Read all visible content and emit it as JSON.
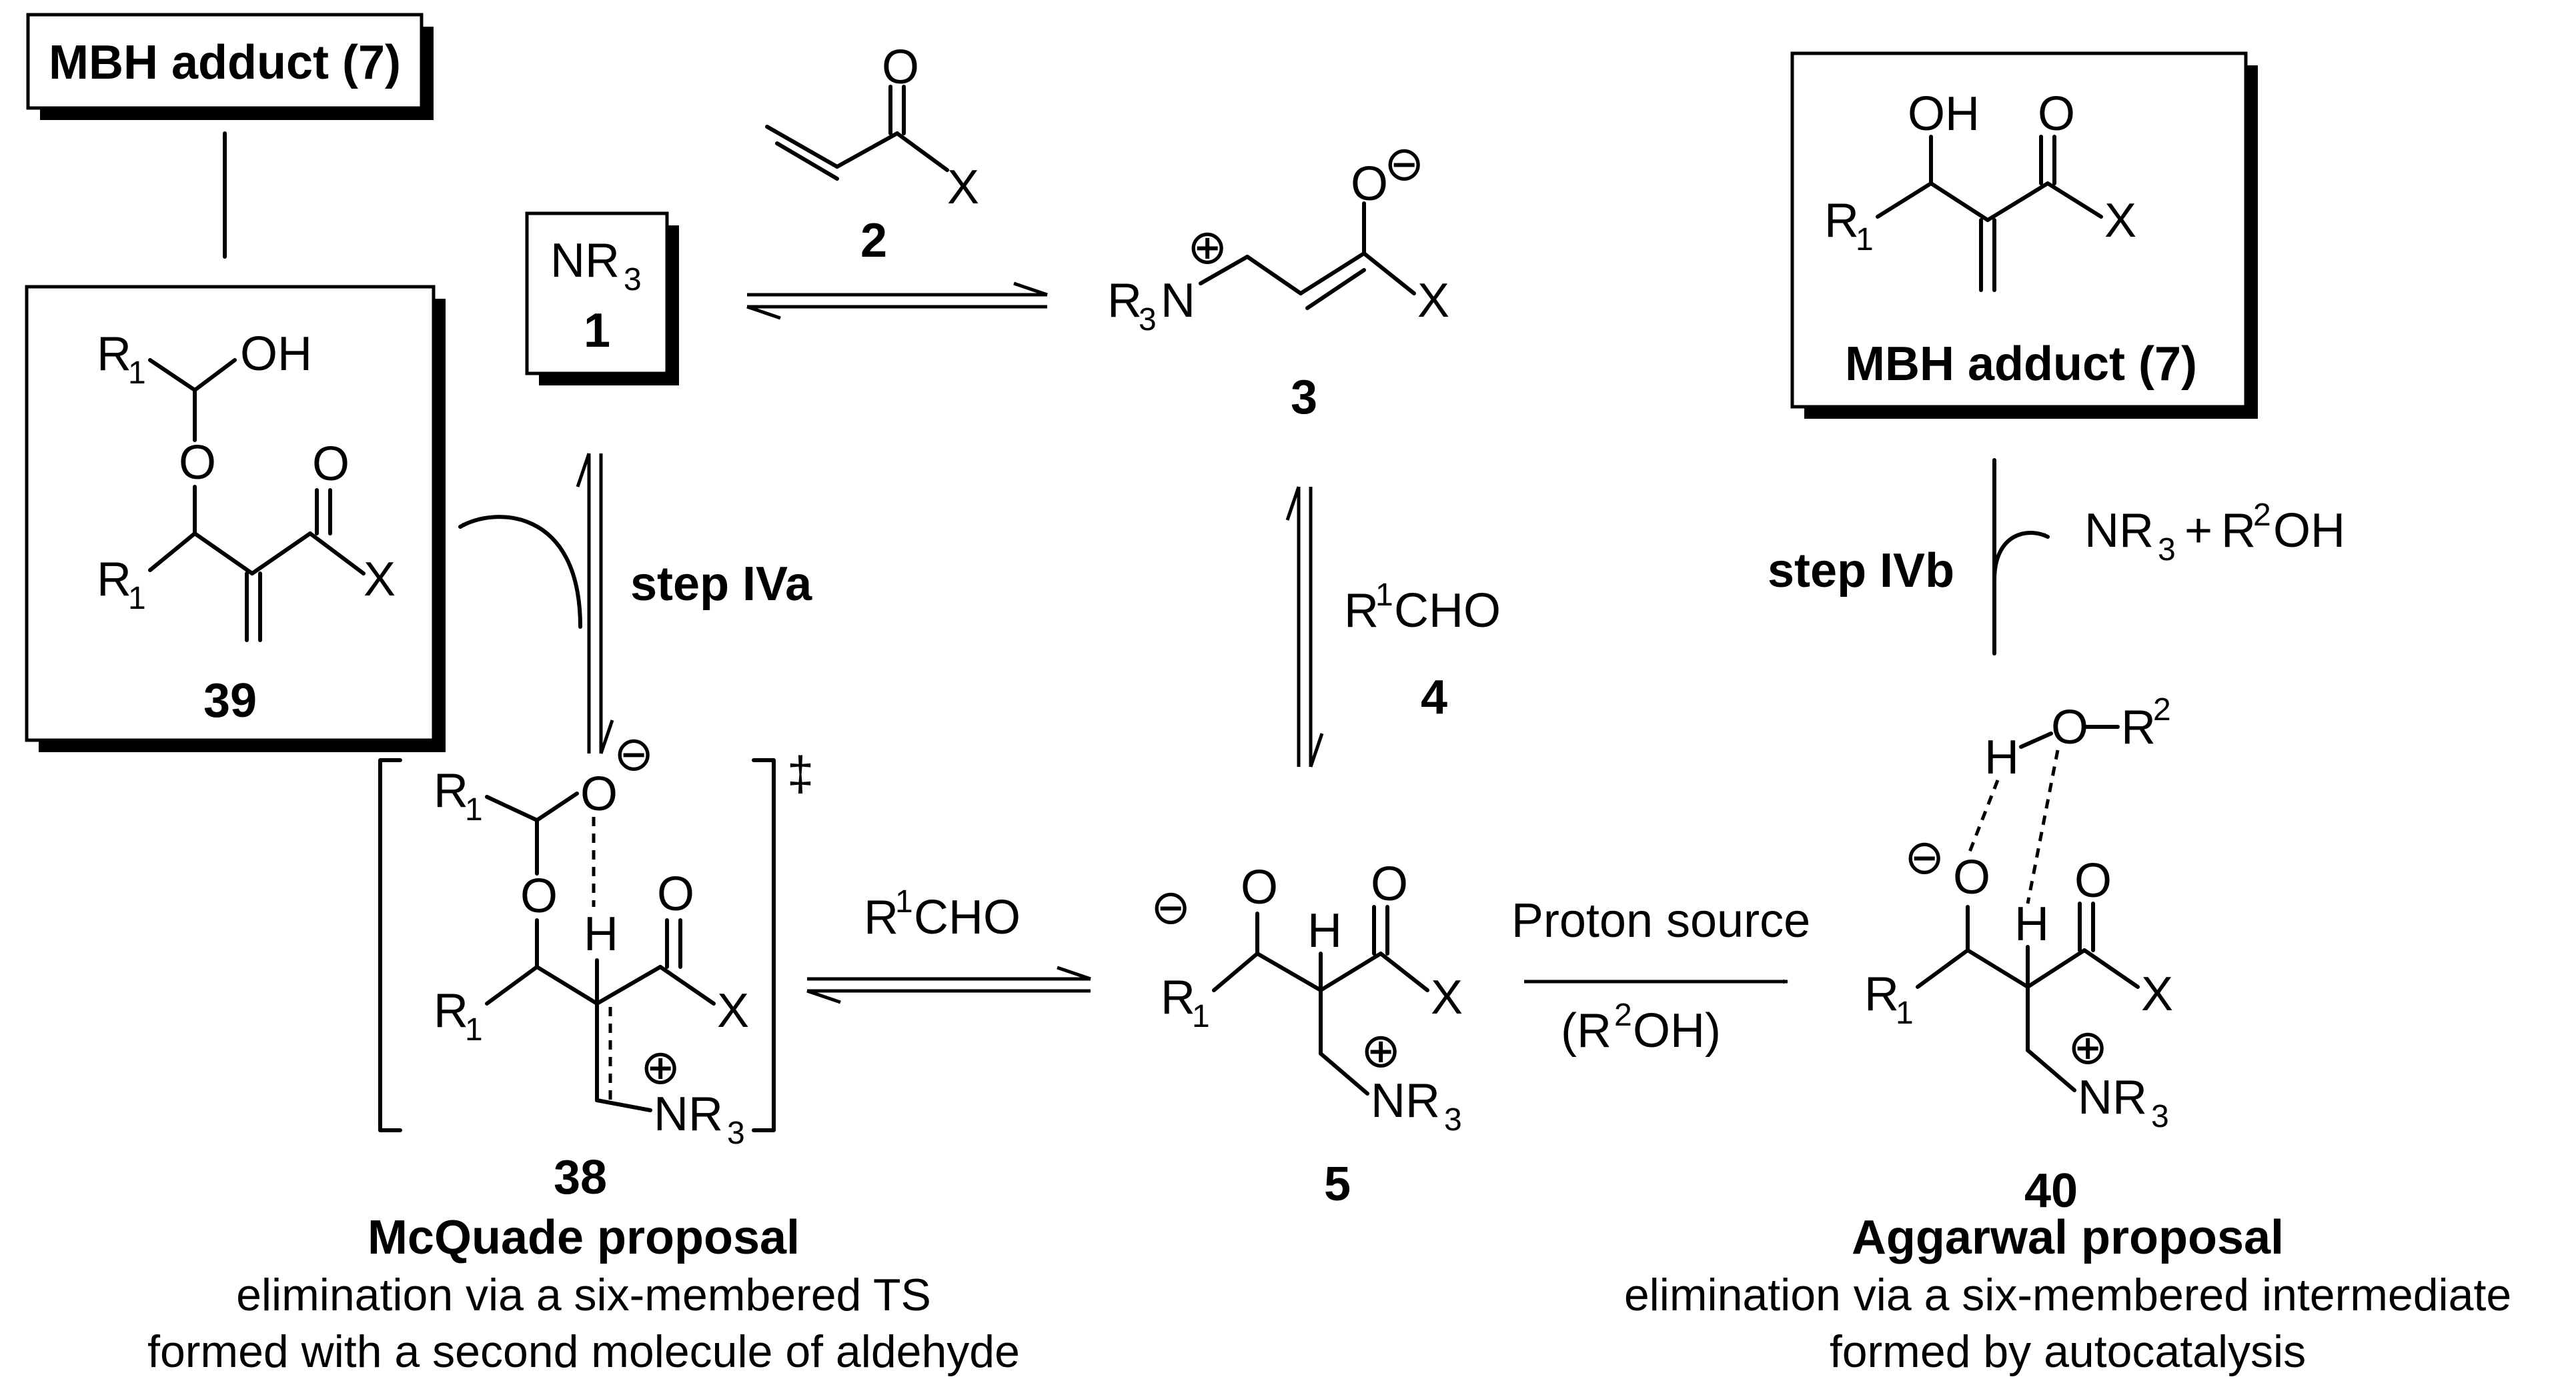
{
  "labels": {
    "mbh_top_left": "MBH adduct (7)",
    "mbh_top_right": "MBH adduct (7)",
    "num_1": "1",
    "num_2": "2",
    "num_3": "3",
    "num_4": "4",
    "num_5": "5",
    "num_38": "38",
    "num_39": "39",
    "num_40": "40",
    "step_iva": "step IVa",
    "step_ivb": "step IVb",
    "reagent_r1cho_right": "R1CHO",
    "reagent_r1cho_left": "R1CHO",
    "proton_source": "Proton source",
    "proton_source_sub": "(R2OH)",
    "byproduct": "NR3 + R2OH",
    "dagger": "‡"
  },
  "captions": {
    "mcquade_title": "McQuade proposal",
    "mcquade_line1": "elimination via a six-membered TS",
    "mcquade_line2": "formed with a second molecule of aldehyde",
    "aggarwal_title": "Aggarwal proposal",
    "aggarwal_line1": "elimination via a six-membered intermediate",
    "aggarwal_line2": "formed by autocatalysis"
  },
  "atoms": {
    "O": "O",
    "OH": "OH",
    "H": "H",
    "X": "X",
    "R": "R",
    "N": "N",
    "NR": "NR",
    "sub1": "1",
    "sub2": "2",
    "sub3": "3",
    "plus": "⊕",
    "minus": "⊖"
  }
}
